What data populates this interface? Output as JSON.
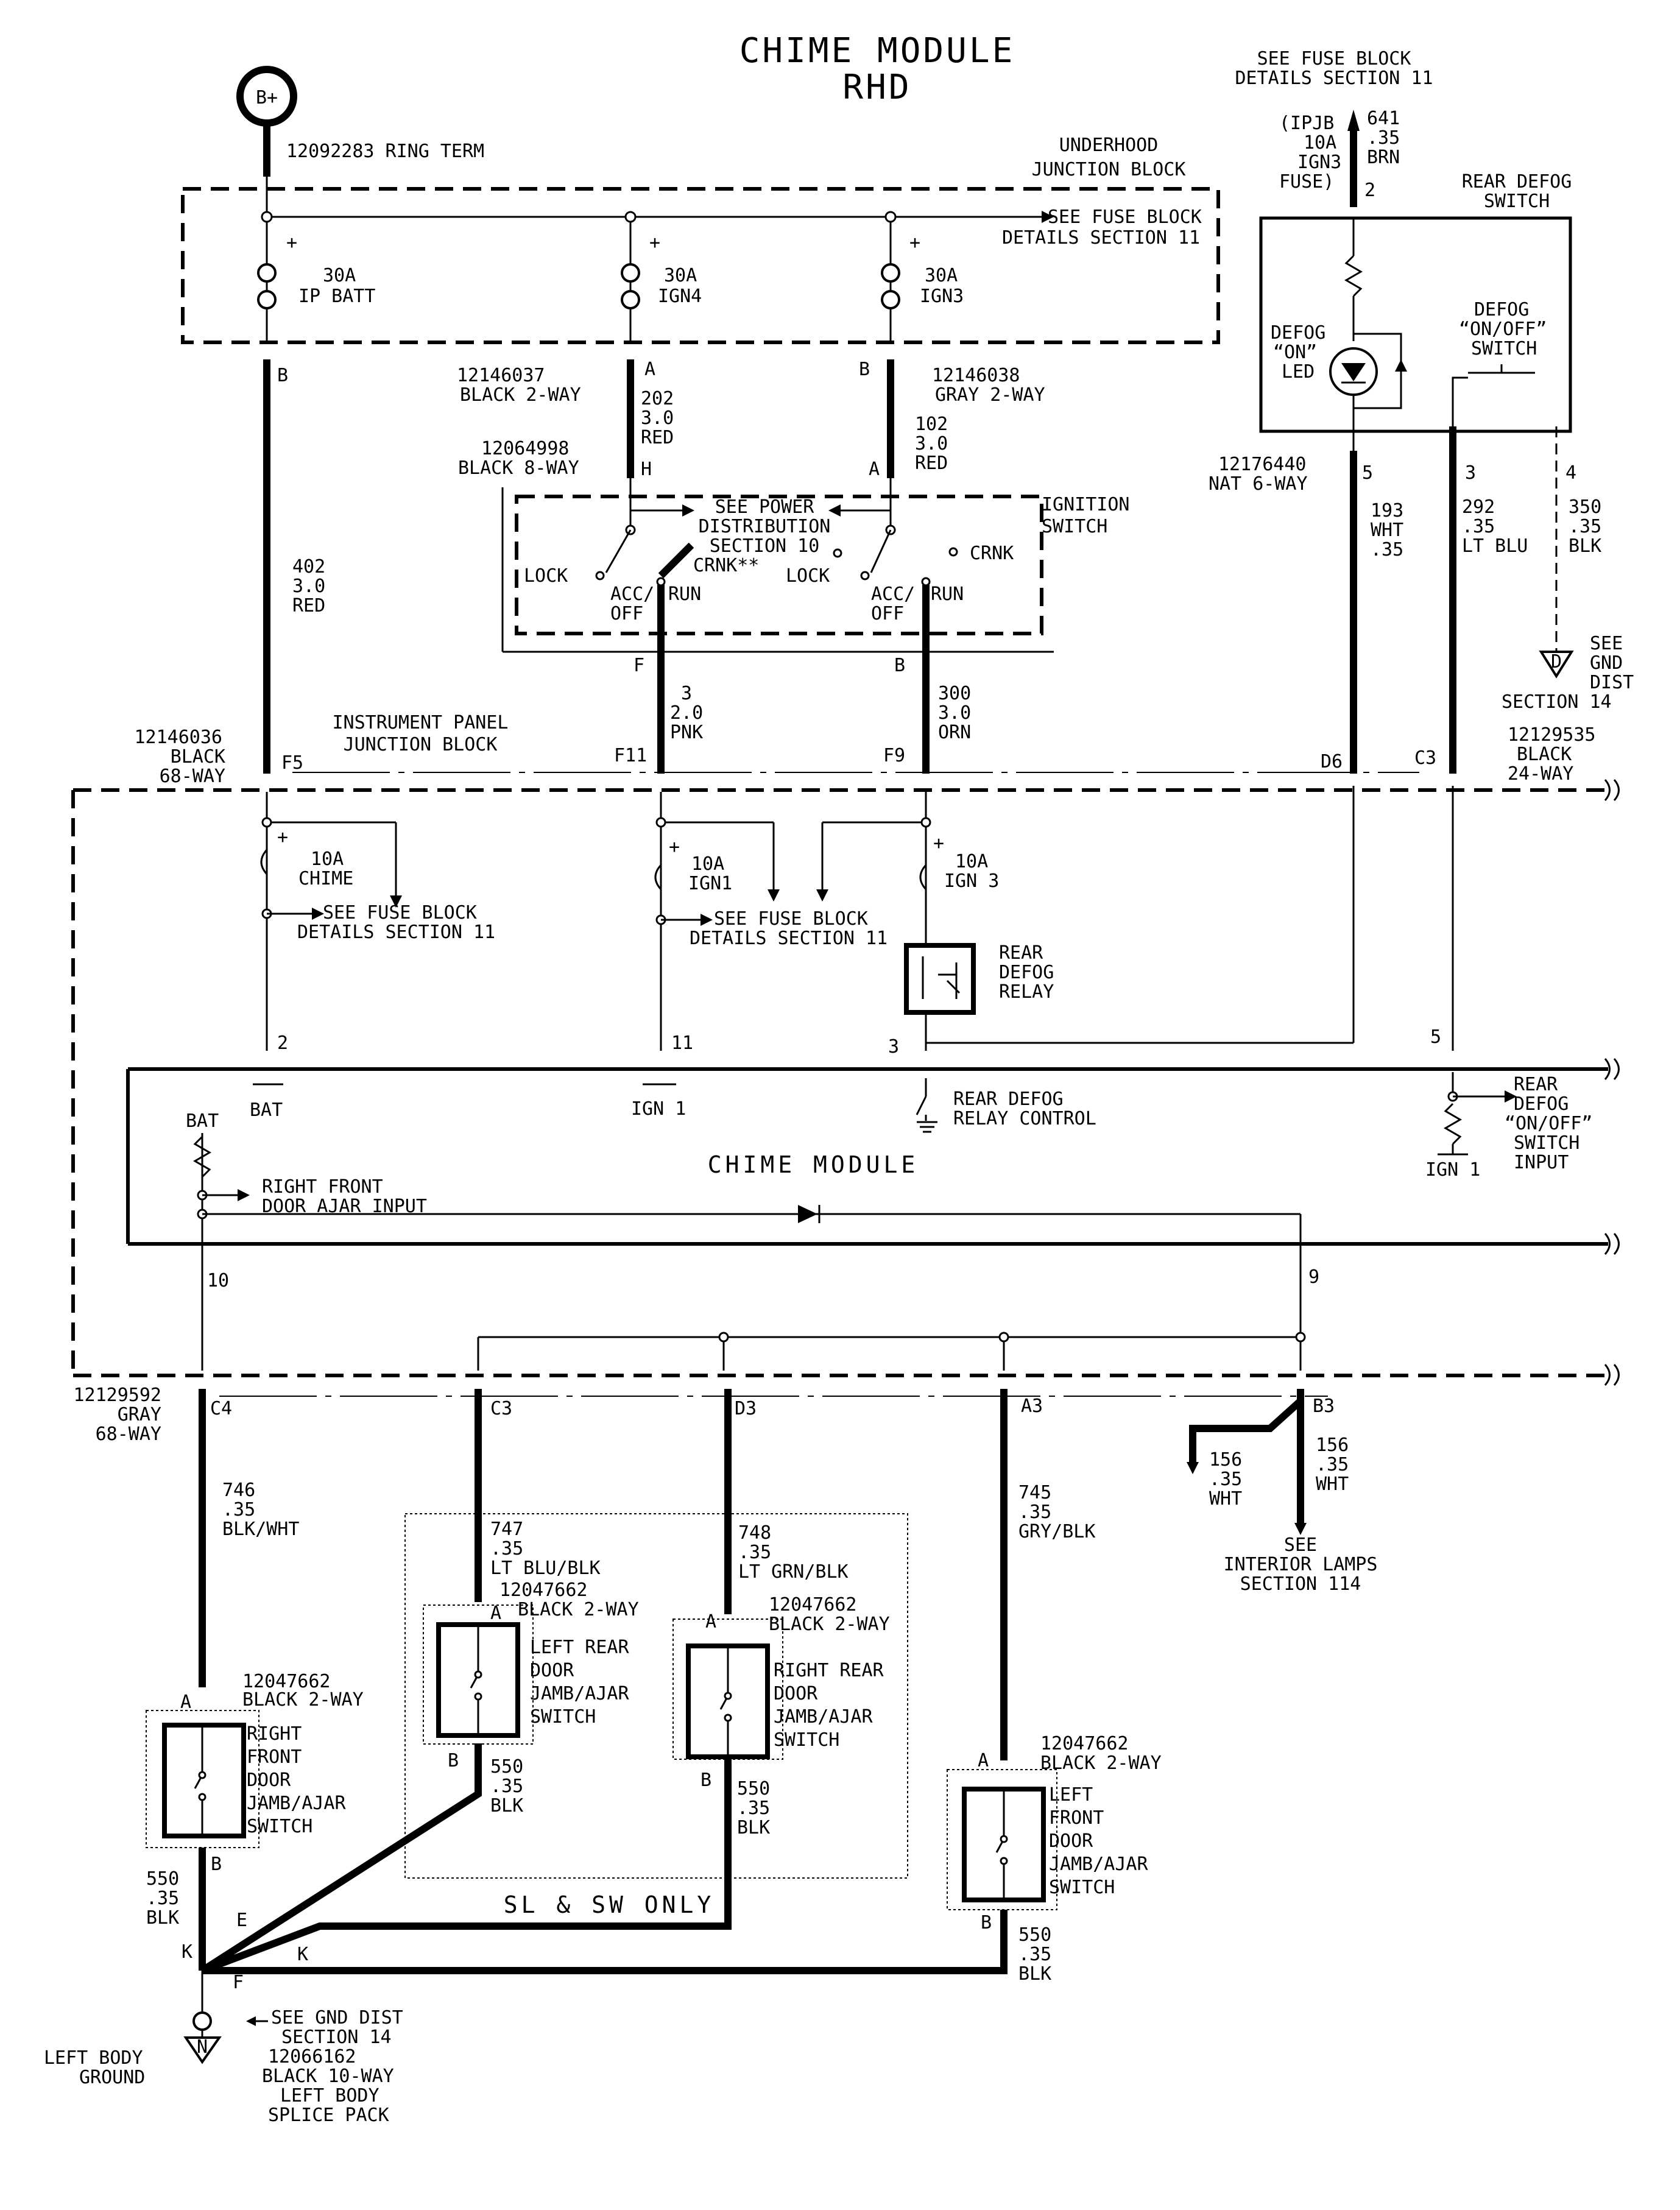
{
  "title": {
    "line1": "CHIME MODULE",
    "line2": "RHD"
  },
  "battery": {
    "label": "B+",
    "part": "12092283 RING TERM"
  },
  "underhood": {
    "title1": "UNDERHOOD",
    "title2": "JUNCTION BLOCK",
    "see1": "SEE FUSE BLOCK",
    "see2": "DETAILS SECTION 11",
    "f1a": "30A",
    "f1b": "IP BATT",
    "f2a": "30A",
    "f2b": "IGN4",
    "f3a": "30A",
    "f3b": "IGN3",
    "plus": "+"
  },
  "top_fuse": {
    "see1": "SEE FUSE BLOCK",
    "see2": "DETAILS SECTION 11",
    "ipjb1": "(IPJB",
    "ipjb2": "10A",
    "ipjb3": "IGN3",
    "ipjb4": "FUSE)",
    "w1": "641",
    "w2": ".35",
    "w3": "BRN",
    "pin": "2"
  },
  "rear_defog_switch": {
    "t1": "REAR DEFOG",
    "t2": "SWITCH",
    "led1": "DEFOG",
    "led2": "“ON”",
    "led3": "LED",
    "sw1": "DEFOG",
    "sw2": "“ON/OFF”",
    "sw3": "SWITCH",
    "conn1": "12176440",
    "conn2": "NAT 6-WAY",
    "p5": "5",
    "p3": "3",
    "p4": "4"
  },
  "wires_right": {
    "a1": "193",
    "a2": "WHT",
    "a3": ".35",
    "b1": "292",
    "b2": ".35",
    "b3": "LT BLU",
    "c1": "350",
    "c2": ".35",
    "c3": "BLK",
    "gnd1": "SEE",
    "gnd2": "GND",
    "gnd3": "DIST",
    "gnd4": "SECTION 14",
    "gndletter": "D"
  },
  "conn_uh": {
    "b": "B",
    "c1a": "12146037",
    "c1b": "BLACK 2-WAY",
    "a": "A",
    "c2b": "B",
    "c2a": "12146038",
    "c2c": "GRAY 2-WAY",
    "w202a": "202",
    "w202b": "3.0",
    "w202c": "RED",
    "w102a": "102",
    "w102b": "3.0",
    "w102c": "RED",
    "c3a": "12064998",
    "c3b": "BLACK 8-WAY",
    "h": "H",
    "a2": "A"
  },
  "ign": {
    "t1": "IGNITION",
    "t2": "SWITCH",
    "see1": "SEE POWER",
    "see2": "DISTRIBUTION",
    "see3": "SECTION 10",
    "crnk": "CRNK**",
    "crnk2": "CRNK",
    "lock": "LOCK",
    "lock2": "LOCK",
    "acc1": "ACC/",
    "off1": "OFF",
    "run1": "RUN",
    "acc2": "ACC/",
    "off2": "OFF",
    "run2": "RUN",
    "f": "F",
    "b": "B"
  },
  "w402": {
    "a": "402",
    "b": "3.0",
    "c": "RED"
  },
  "w3": {
    "a": "3",
    "b": "2.0",
    "c": "PNK"
  },
  "w300": {
    "a": "300",
    "b": "3.0",
    "c": "ORN"
  },
  "ipjb": {
    "t1": "INSTRUMENT PANEL",
    "t2": "JUNCTION BLOCK",
    "c1": "12146036",
    "c2": "BLACK",
    "c3": "68-WAY",
    "f5": "F5",
    "f11": "F11",
    "f9": "F9",
    "d6": "D6",
    "c3p": "C3",
    "cr1": "12129535",
    "cr2": "BLACK",
    "cr3": "24-WAY",
    "fa1": "10A",
    "fa2": "CHIME",
    "fb1": "10A",
    "fb2": "IGN1",
    "fc1": "10A",
    "fc2": "IGN 3",
    "s1a": "SEE FUSE BLOCK",
    "s1b": "DETAILS SECTION 11",
    "s2a": "SEE FUSE BLOCK",
    "s2b": "DETAILS SECTION 11",
    "r1": "REAR",
    "r2": "DEFOG",
    "r3": "RELAY",
    "p2": "2",
    "p11": "11",
    "p3": "3",
    "p5": "5"
  },
  "chime": {
    "title": "CHIME MODULE",
    "bat": "BAT",
    "bat2": "BAT",
    "ign1": "IGN 1",
    "ign1b": "IGN 1",
    "rdrc1": "REAR DEFOG",
    "rdrc2": "RELAY CONTROL",
    "rf1": "RIGHT FRONT",
    "rf2": "DOOR AJAR INPUT",
    "rr1": "REAR",
    "rr2": "DEFOG",
    "rr3": "“ON/OFF”",
    "rr4": "SWITCH",
    "rr5": "INPUT",
    "p10": "10",
    "p9": "9"
  },
  "bottom_conn": {
    "c1": "12129592",
    "c2": "GRAY",
    "c3": "68-WAY",
    "c4": "C4",
    "c3p": "C3",
    "d3": "D3",
    "a3": "A3",
    "b3": "B3"
  },
  "w746": {
    "a": "746",
    "b": ".35",
    "c": "BLK/WHT"
  },
  "w747": {
    "a": "747",
    "b": ".35",
    "c": "LT BLU/BLK"
  },
  "w748": {
    "a": "748",
    "b": ".35",
    "c": "LT GRN/BLK"
  },
  "w745": {
    "a": "745",
    "b": ".35",
    "c": "GRY/BLK"
  },
  "w156a": {
    "a": "156",
    "b": ".35",
    "c": "WHT"
  },
  "w156b": {
    "a": "156",
    "b": ".35",
    "c": "WHT"
  },
  "interior": {
    "a": "SEE",
    "b": "INTERIOR LAMPS",
    "c": "SECTION 114"
  },
  "sw_rf": {
    "c1": "12047662",
    "c2": "BLACK 2-WAY",
    "a": "A",
    "b": "B",
    "l1": "RIGHT",
    "l2": "FRONT",
    "l3": "DOOR",
    "l4": "JAMB/AJAR",
    "l5": "SWITCH"
  },
  "sw_lr": {
    "c1": "12047662",
    "c2": "BLACK 2-WAY",
    "a": "A",
    "b": "B",
    "l1": "LEFT REAR",
    "l2": "DOOR",
    "l3": "JAMB/AJAR",
    "l4": "SWITCH"
  },
  "sw_rr": {
    "c1": "12047662",
    "c2": "BLACK 2-WAY",
    "a": "A",
    "b": "B",
    "l1": "RIGHT REAR",
    "l2": "DOOR",
    "l3": "JAMB/AJAR",
    "l4": "SWITCH"
  },
  "sw_lf": {
    "c1": "12047662",
    "c2": "BLACK 2-WAY",
    "a": "A",
    "b": "B",
    "l1": "LEFT",
    "l2": "FRONT",
    "l3": "DOOR",
    "l4": "JAMB/AJAR",
    "l5": "SWITCH"
  },
  "sl": {
    "label": "SL & SW ONLY"
  },
  "w550a": {
    "a": "550",
    "b": ".35",
    "c": "BLK"
  },
  "w550b": {
    "a": "550",
    "b": ".35",
    "c": "BLK"
  },
  "w550c": {
    "a": "550",
    "b": ".35",
    "c": "BLK"
  },
  "w550d": {
    "a": "550",
    "b": ".35",
    "c": "BLK"
  },
  "splice": {
    "k": "K",
    "e": "E",
    "k2": "K",
    "f": "F",
    "see1": "SEE GND DIST",
    "see2": "SECTION 14",
    "c1": "12066162",
    "c2": "BLACK 10-WAY",
    "c3": "LEFT BODY",
    "c4": "SPLICE PACK",
    "gl1": "LEFT BODY",
    "gl2": "GROUND",
    "n": "N"
  }
}
